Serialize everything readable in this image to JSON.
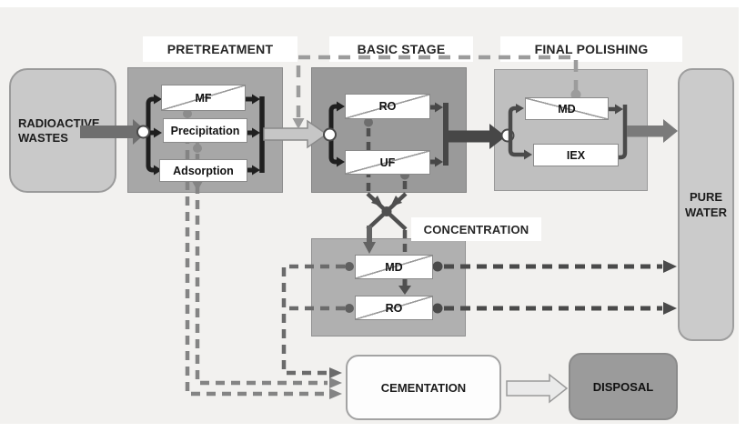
{
  "stages": {
    "pretreatment": "PRETREATMENT",
    "basic": "BASIC STAGE",
    "final": "FINAL POLISHING",
    "concentration": "CONCENTRATION"
  },
  "nodes": {
    "source": "RADIOACTIVE WASTES",
    "output": "PURE WATER",
    "cementation": "CEMENTATION",
    "disposal": "DISPOSAL"
  },
  "processes": {
    "pretreatment": [
      "MF",
      "Precipitation",
      "Adsorption"
    ],
    "basic": [
      "RO",
      "UF"
    ],
    "final": [
      "MD",
      "IEX"
    ],
    "concentration": [
      "MD",
      "RO"
    ]
  },
  "colors": {
    "background": "#f2f1ef",
    "container_pretreatment": "#a7a7a7",
    "container_basic": "#9a9a9a",
    "container_final": "#bfbfbf",
    "container_concentration": "#b0b0b0",
    "node_light_fill": "#c9c9c9",
    "disposal_fill": "#9b9b9b",
    "flow_dark": "#4a4a4a",
    "flow_mid": "#6f6f6f",
    "flow_recycle_light": "#9c9c9c",
    "bracket_black": "#1f1f1f"
  }
}
